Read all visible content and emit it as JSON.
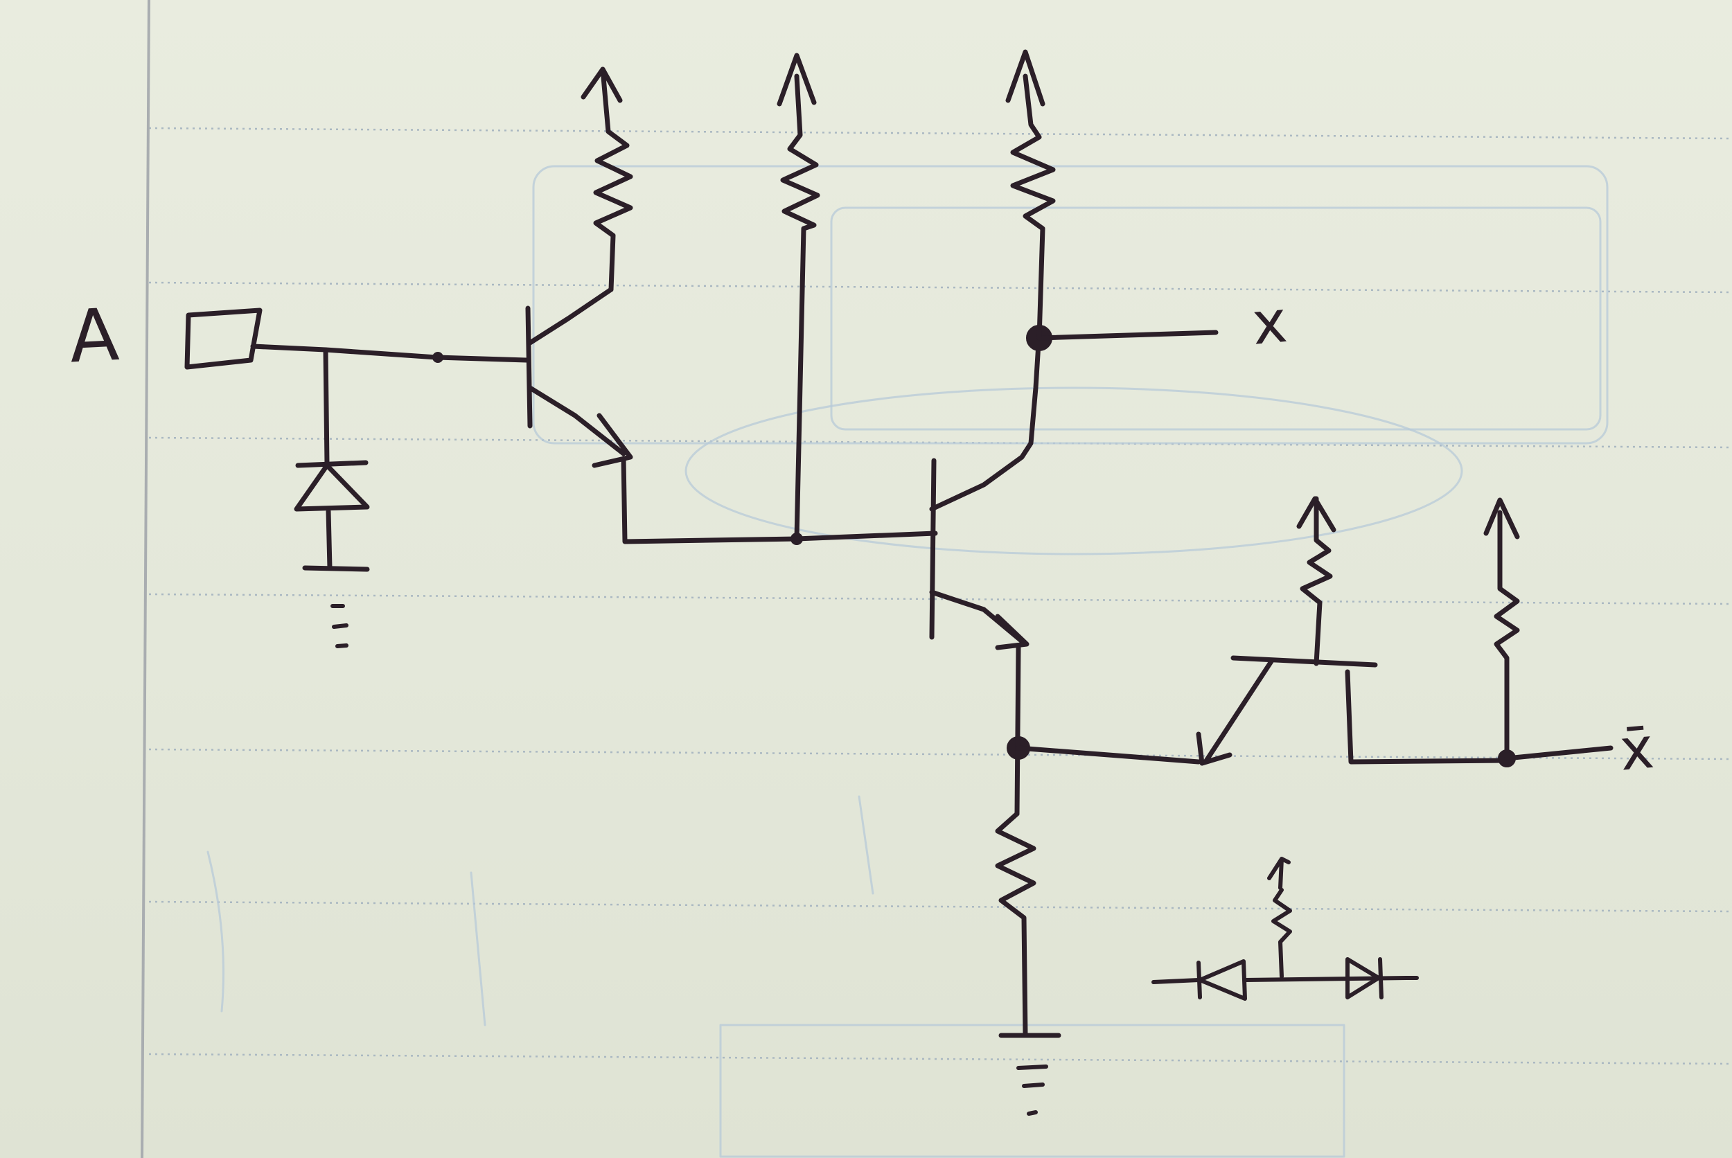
{
  "labels": {
    "input": "A",
    "output_true": "x",
    "output_complement": "x̄"
  }
}
